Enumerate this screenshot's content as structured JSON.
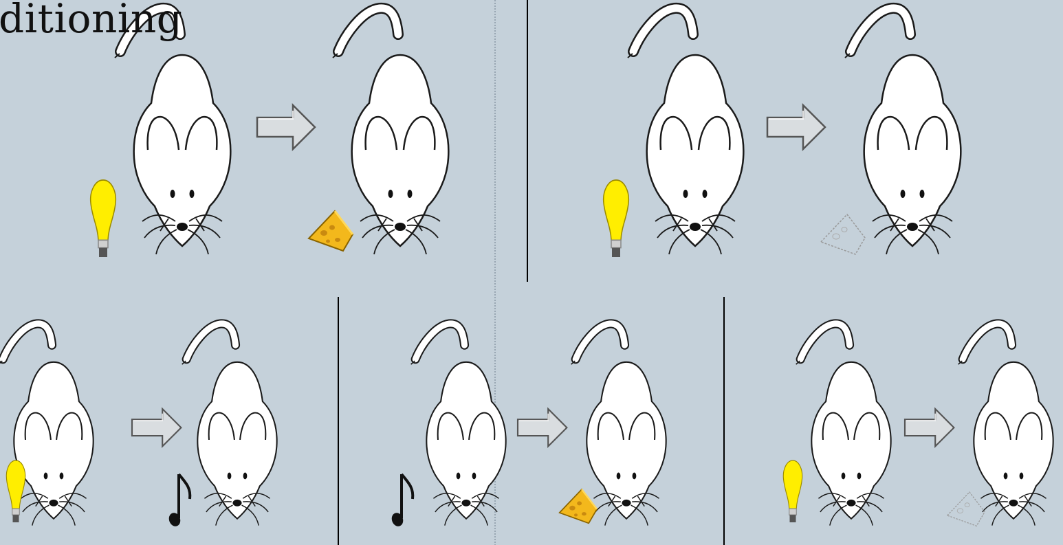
{
  "title": "ditioning",
  "colors": {
    "background": "#c5d1da",
    "mouse_fill": "#ffffff",
    "outline": "#1a1a1a",
    "bulb": "#ffee00",
    "cheese": "#f3b81c",
    "arrow_fill": "#d9dde0"
  },
  "panels": [
    {
      "name": "light-cheese-pairing",
      "stimulus": "lightbulb-icon",
      "outcome": "cheese-icon"
    },
    {
      "name": "light-no-cheese",
      "stimulus": "lightbulb-icon",
      "outcome": "empty-cheese-outline-icon"
    },
    {
      "name": "light-tone-pairing",
      "stimulus": "lightbulb-icon",
      "outcome": "music-note-icon"
    },
    {
      "name": "tone-cheese-pairing",
      "stimulus": "music-note-icon",
      "outcome": "cheese-icon"
    },
    {
      "name": "light-no-cheese-test",
      "stimulus": "lightbulb-icon",
      "outcome": "empty-cheese-outline-icon"
    }
  ]
}
